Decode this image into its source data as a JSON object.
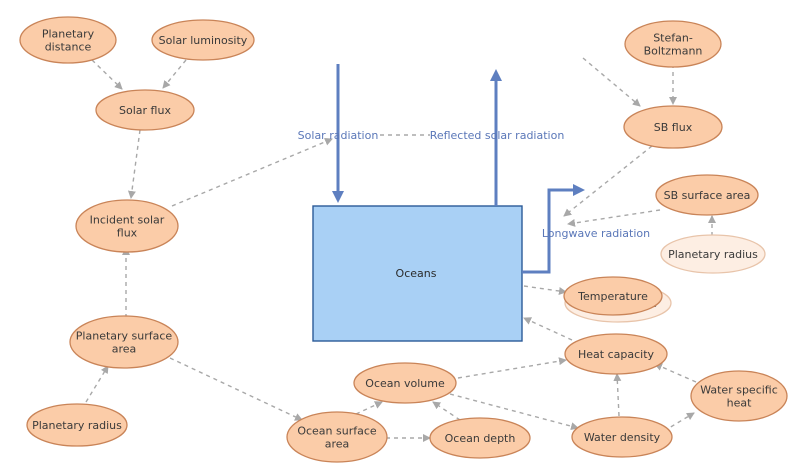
{
  "colors": {
    "node_fill": "#fbcca8",
    "node_stroke": "#c98458",
    "ghost_fill": "#fdeee3",
    "ghost_stroke": "#e8c4aa",
    "stock_fill": "#a9d0f5",
    "stock_stroke": "#2c5a98",
    "flow": "#5e7fc0",
    "link": "#a8a8a8"
  },
  "stock": {
    "label": "Oceans"
  },
  "flows": {
    "solar_radiation": "Solar radiation",
    "reflected_solar_radiation": "Reflected solar radiation",
    "longwave_radiation": "Longwave radiation"
  },
  "nodes": {
    "planetary_distance": [
      "Planetary",
      "distance"
    ],
    "solar_luminosity": [
      "Solar luminosity"
    ],
    "solar_flux": [
      "Solar flux"
    ],
    "incident_solar_flux": [
      "Incident solar",
      "flux"
    ],
    "planetary_surface_area": [
      "Planetary surface",
      "area"
    ],
    "planetary_radius": [
      "Planetary radius"
    ],
    "stefan_boltzmann": [
      "Stefan-",
      "Boltzmann"
    ],
    "sb_flux": [
      "SB flux"
    ],
    "sb_surface_area": [
      "SB surface area"
    ],
    "planetary_radius_ghost": [
      "Planetary radius"
    ],
    "temperature_ghost": [
      "Temperature"
    ],
    "temperature": [
      "Temperature"
    ],
    "heat_capacity": [
      "Heat capacity"
    ],
    "ocean_volume": [
      "Ocean volume"
    ],
    "water_specific_heat": [
      "Water specific",
      "heat"
    ],
    "ocean_surface_area": [
      "Ocean surface",
      "area"
    ],
    "ocean_depth": [
      "Ocean depth"
    ],
    "water_density": [
      "Water density"
    ]
  }
}
